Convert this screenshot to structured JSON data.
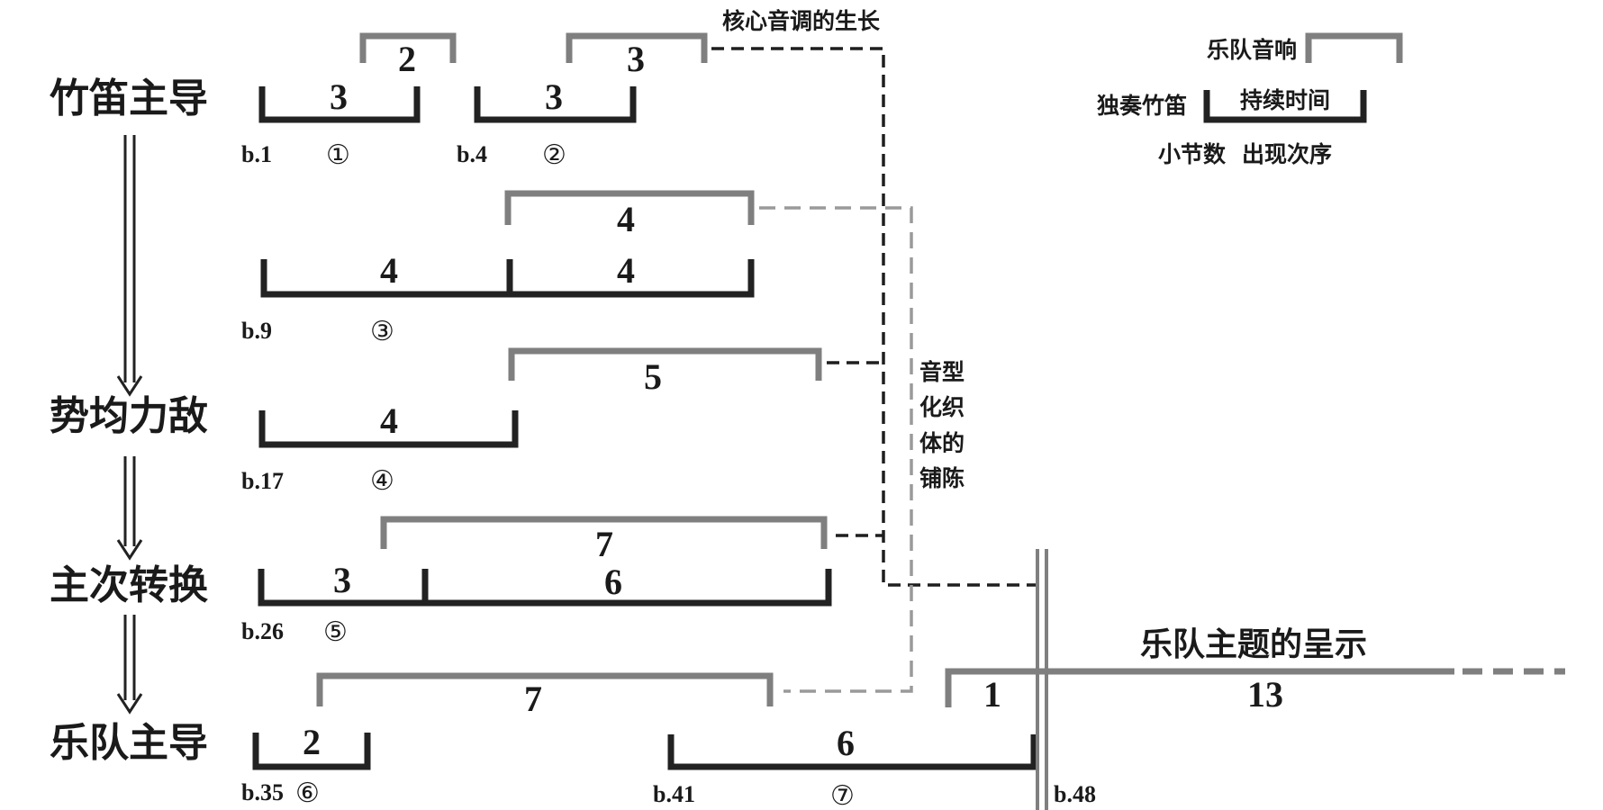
{
  "stages": [
    "竹笛主导",
    "势均力敌",
    "主次转换",
    "乐队主导"
  ],
  "legend": {
    "orchestra_label": "乐队音响",
    "solo_label": "独奏竹笛",
    "duration_label": "持续时间",
    "measure_label": "小节数",
    "order_label": "出现次序"
  },
  "annotations": {
    "core_tone_growth": "核心音调的生长",
    "texture_lines": [
      "音型",
      "化织",
      "体的",
      "铺陈"
    ],
    "orchestra_theme": "乐队主题的呈示"
  },
  "orchestra_durations": [
    "2",
    "3",
    "4",
    "5",
    "7",
    "7",
    "1",
    "13"
  ],
  "solo_durations": [
    "3",
    "3",
    "4",
    "4",
    "4",
    "3",
    "6",
    "2",
    "6"
  ],
  "measure_labels": [
    "b.1",
    "b.4",
    "b.9",
    "b.17",
    "b.26",
    "b.35",
    "b.41",
    "b.48"
  ],
  "order_marks": [
    "①",
    "②",
    "③",
    "④",
    "⑤",
    "⑥",
    "⑦"
  ],
  "colors": {
    "solo": "#222222",
    "orchestra": "#7f7f7f",
    "core_line": "#1e1e1e",
    "texture_line": "#9a9a9a"
  }
}
